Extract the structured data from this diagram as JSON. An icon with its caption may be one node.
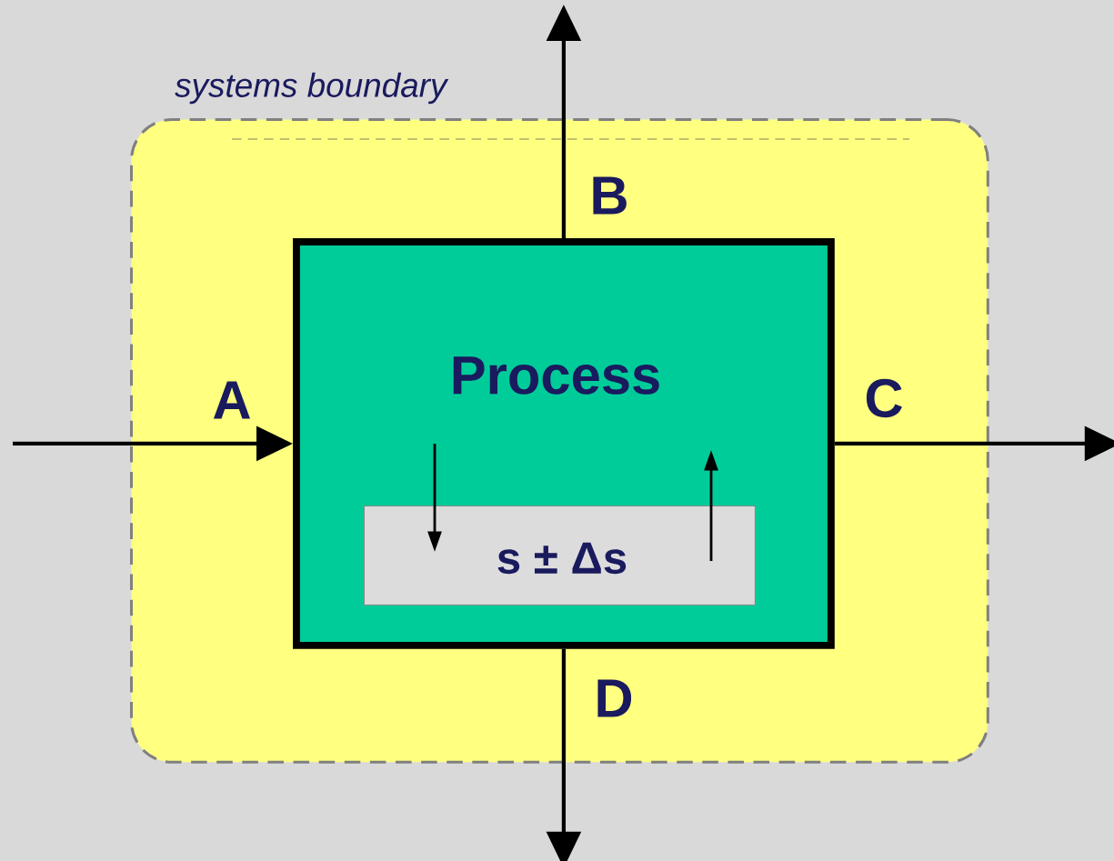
{
  "diagram": {
    "nodes": [
      {
        "text": [
          "systems boundary"
        ]
      },
      {
        "text": [
          "Process"
        ],
        "in": 0
      },
      {
        "text": [
          "s ± Δs"
        ],
        "in": 1
      }
    ],
    "edges": [
      {
        "from": null,
        "to": 1,
        "arrow": "to",
        "label": "A"
      },
      {
        "from": 1,
        "to": null,
        "arrow": "to",
        "label": "B"
      },
      {
        "from": 1,
        "to": null,
        "arrow": "to",
        "label": "C"
      },
      {
        "from": 1,
        "to": null,
        "arrow": "to",
        "label": "D"
      },
      {
        "from": null,
        "to": 2,
        "arrow": "to"
      },
      {
        "from": 2,
        "to": null,
        "arrow": "to"
      }
    ]
  }
}
